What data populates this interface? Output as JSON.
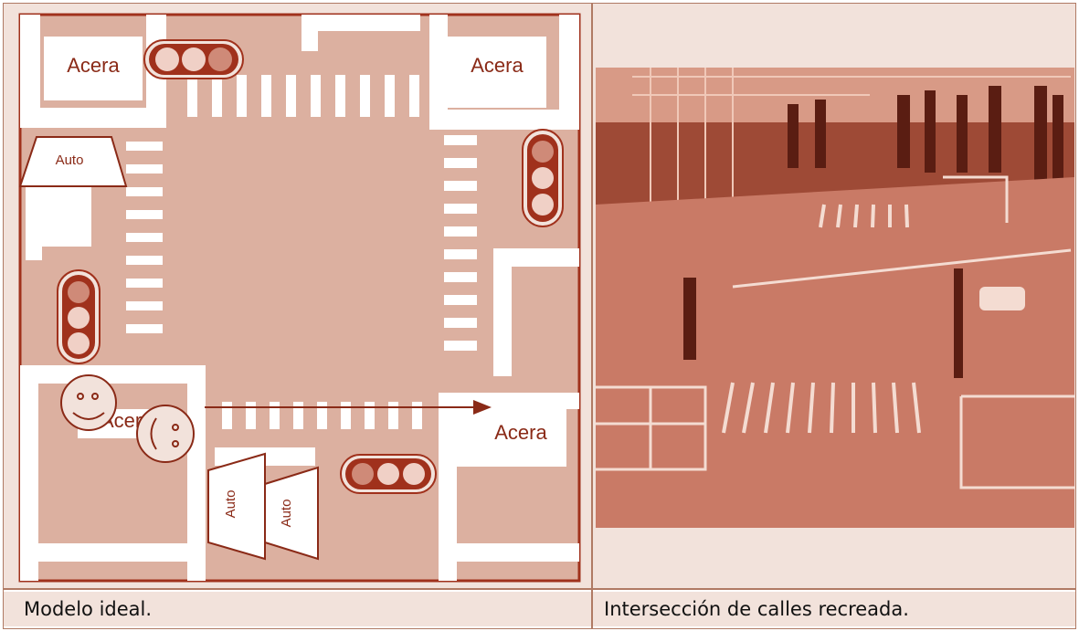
{
  "diagram": {
    "sidewalk_label": "Acera",
    "car_label": "Auto"
  },
  "captions": {
    "left": "Modelo ideal.",
    "right": "Intersección de calles recreada."
  },
  "colors": {
    "frame": "#b07a64",
    "cell_bg": "#f2e2db",
    "road": "#dcb0a0",
    "accent": "#a0311c",
    "white": "#ffffff"
  }
}
